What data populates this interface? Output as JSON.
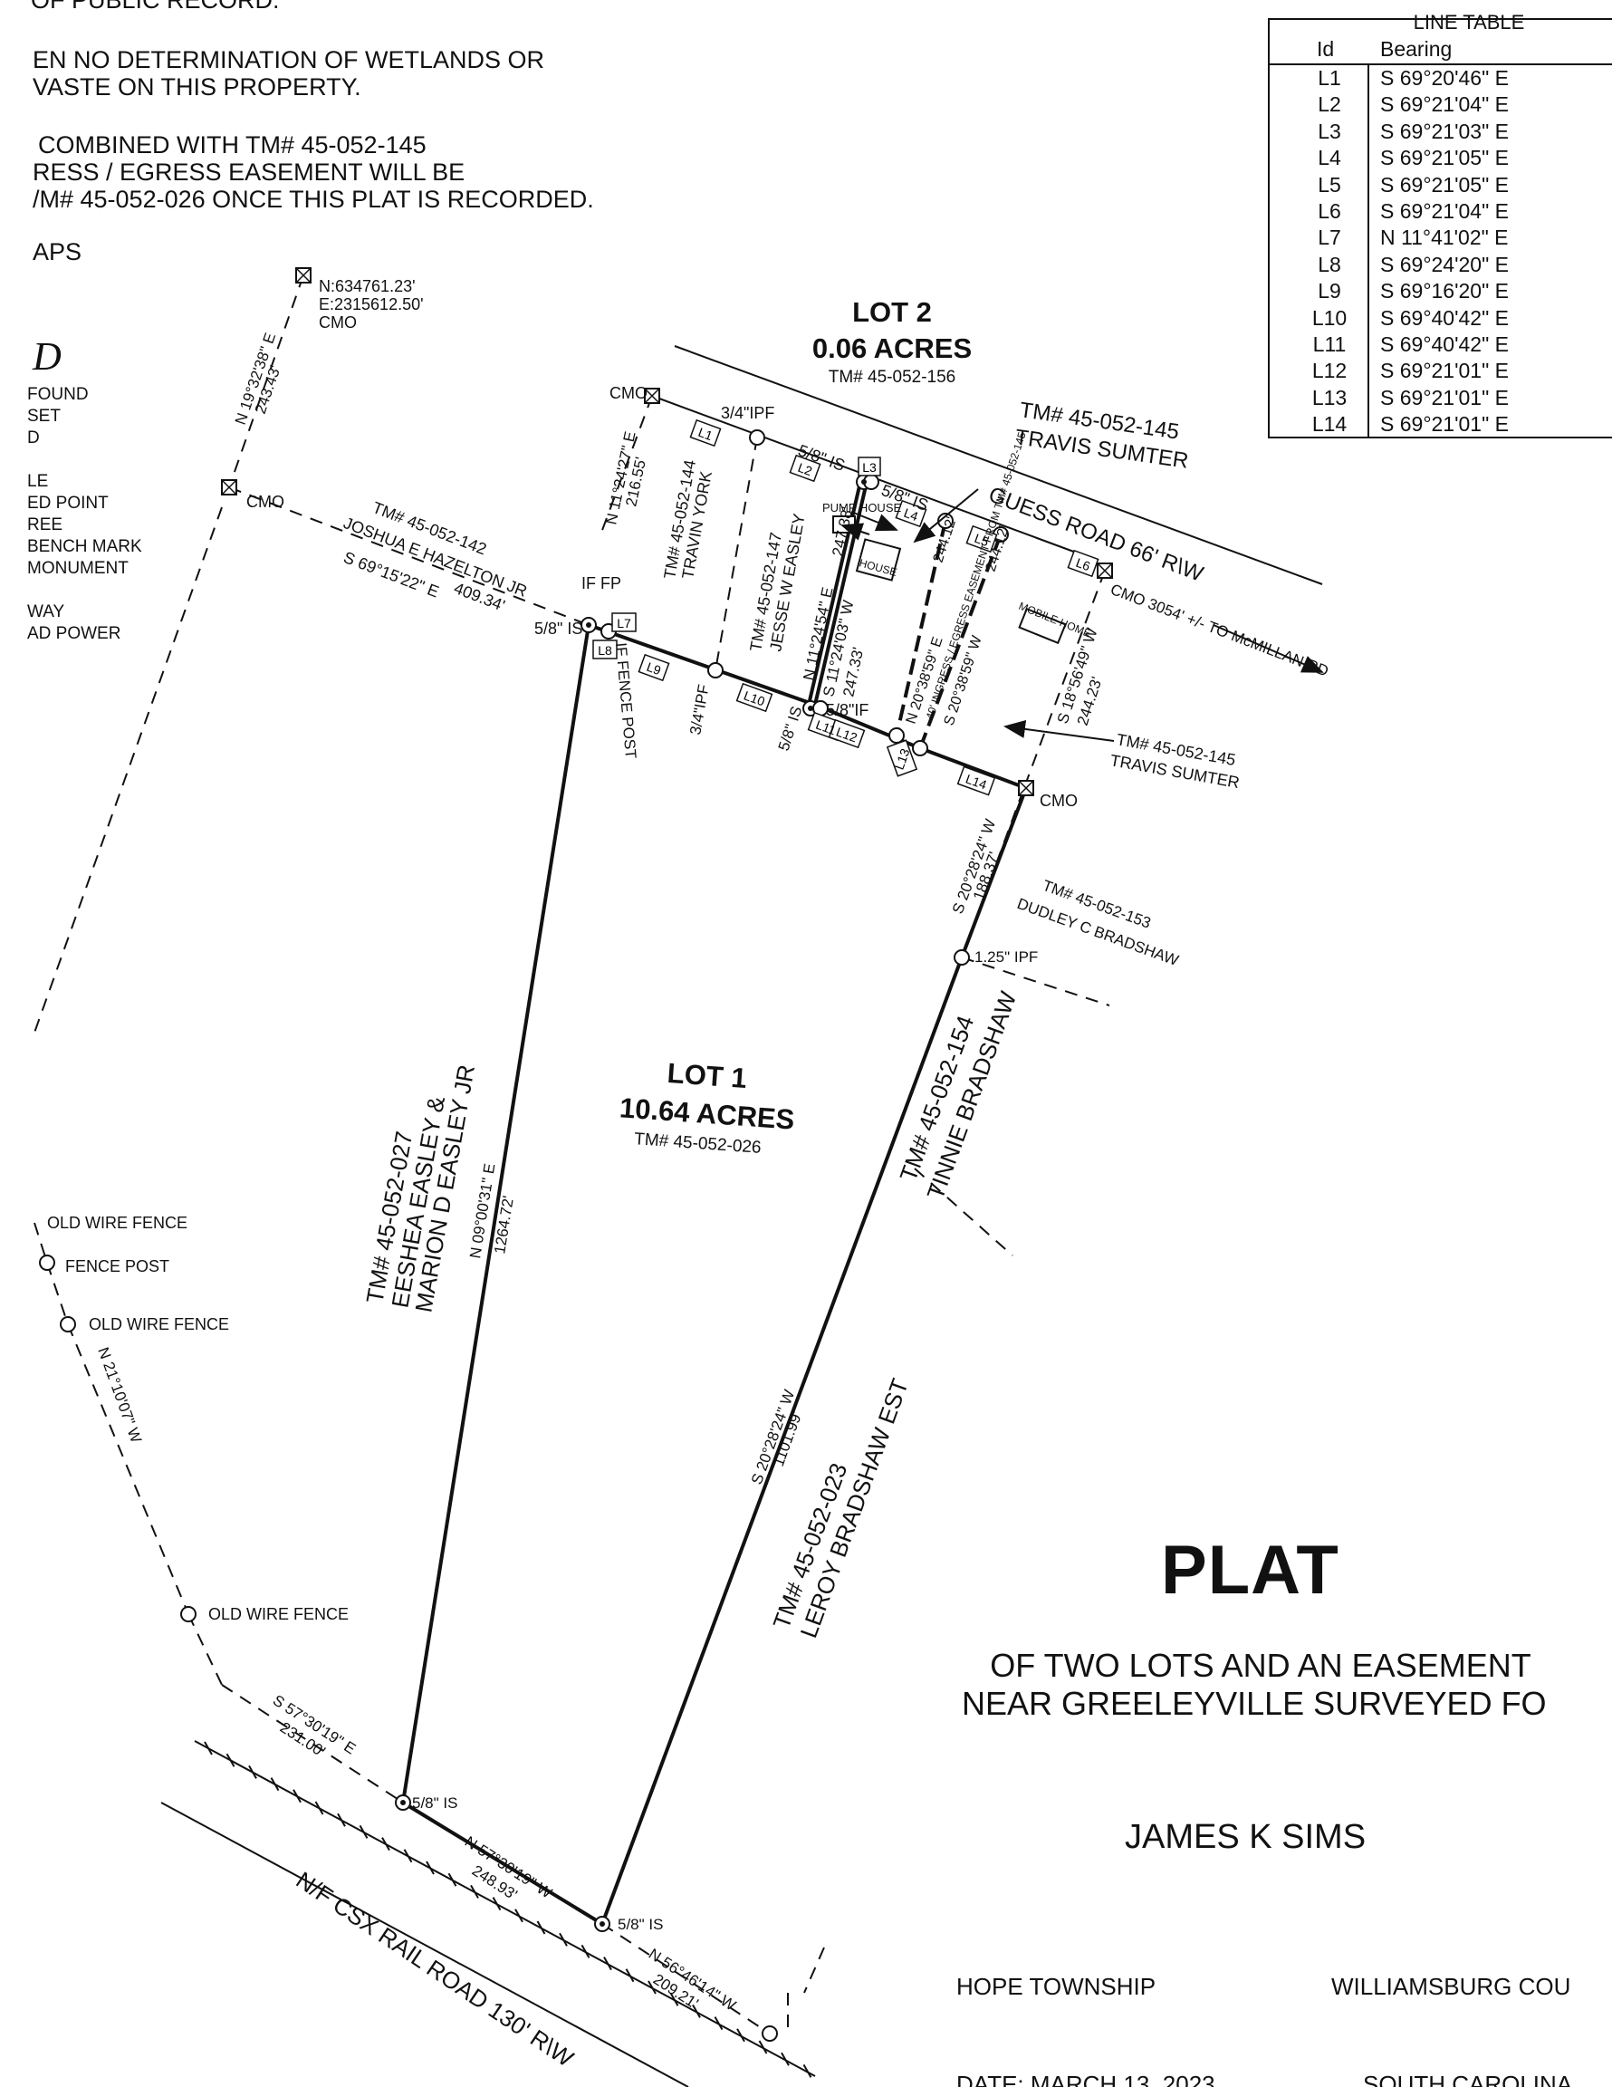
{
  "notes": {
    "line0": "OF PUBLIC RECORD.",
    "line1": "EN NO DETERMINATION OF WETLANDS OR",
    "line2": "VASTE ON THIS PROPERTY.",
    "line3": "COMBINED WITH TM# 45-052-145",
    "line4": "RESS / EGRESS EASEMENT WILL BE",
    "line5": "/M# 45-052-026 ONCE THIS PLAT IS RECORDED.",
    "line6": "APS"
  },
  "legend": {
    "title": "D",
    "items": [
      "FOUND",
      "SET",
      "D",
      "",
      "LE",
      "ED POINT",
      "REE",
      "BENCH MARK",
      "MONUMENT",
      "",
      "WAY",
      "AD POWER"
    ]
  },
  "line_table": {
    "title": "LINE TABLE",
    "col_id": "Id",
    "col_bearing": "Bearing",
    "rows": [
      {
        "id": "L1",
        "bearing": "S 69°20'46\" E"
      },
      {
        "id": "L2",
        "bearing": "S 69°21'04\" E"
      },
      {
        "id": "L3",
        "bearing": "S 69°21'03\" E"
      },
      {
        "id": "L4",
        "bearing": "S 69°21'05\" E"
      },
      {
        "id": "L5",
        "bearing": "S 69°21'05\" E"
      },
      {
        "id": "L6",
        "bearing": "S 69°21'04\" E"
      },
      {
        "id": "L7",
        "bearing": "N 11°41'02\" E"
      },
      {
        "id": "L8",
        "bearing": "S 69°24'20\" E"
      },
      {
        "id": "L9",
        "bearing": "S 69°16'20\" E"
      },
      {
        "id": "L10",
        "bearing": "S 69°40'42\" E"
      },
      {
        "id": "L11",
        "bearing": "S 69°40'42\" E"
      },
      {
        "id": "L12",
        "bearing": "S 69°21'01\" E"
      },
      {
        "id": "L13",
        "bearing": "S 69°21'01\" E"
      },
      {
        "id": "L14",
        "bearing": "S 69°21'01\" E"
      }
    ]
  },
  "lot2": {
    "title": "LOT 2",
    "area": "0.06 ACRES",
    "tm": "TM# 45-052-156"
  },
  "lot1": {
    "title": "LOT 1",
    "area": "10.64 ACRES",
    "tm": "TM# 45-052-026"
  },
  "labels": {
    "cmo_coord_n": "N:634761.23'",
    "cmo_coord_e": "E:2315612.50'",
    "cmo": "CMO",
    "nw_bearing": "N 19°32'38\" E",
    "nw_dist": "243.43'",
    "tm142": "TM# 45-052-142",
    "tm142_owner": "JOSHUA E HAZELTON JR",
    "bear_142": "S 69°15'22\" E",
    "dist_142": "409.34'",
    "n11_bear": "N 11°24'27\" E",
    "n11_dist": "216.55'",
    "if_fp": "IF FP",
    "five8_is": "5/8\" IS",
    "three4_ipf": "3/4\"IPF",
    "five8_if": "5/8\"IF",
    "tm144": "TM# 45-052-144",
    "tm144_owner": "TRAVIN YORK",
    "tm147": "TM# 45-052-147",
    "tm147_owner": "JESSE W EASLEY",
    "pump_house": "PUMP HOUSE",
    "house": "HOUSE",
    "lot2_e_bear": "N 11°24'54\" E",
    "lot2_e_dist": "247.38'",
    "lot2_w_bear": "S 11°24'03\" W",
    "lot2_w_dist": "247.33'",
    "tm145": "TM# 45-052-145",
    "tm145_owner": "TRAVIS SUMTER",
    "guess_road": "GUESS ROAD  66' R\\W",
    "easement_bear_n": "N 20°38'59\" E",
    "easement_text": "40' INGRESS / EGRESS EASEMENT FROM TM# 45-052-145",
    "easement_bear_s": "S 20°38'59\" W",
    "easement_dist": "244.12'",
    "mobile_home": "MOBILE HOME",
    "cmo_mcmillan": "CMO 3054' +/- TO McMILLAN RD",
    "s18_bear": "S 18°56'49\" W",
    "s18_dist": "244.23'",
    "if_fence_post": "IF FENCE POST",
    "s20_bear": "S 20°28'24\" W",
    "s20_dist": "188.37'",
    "tm153": "TM# 45-052-153",
    "tm153_owner": "DUDLEY C BRADSHAW",
    "ipf125": "1.25\" IPF",
    "tm154": "TM# 45-052-154",
    "tm154_owner": "TINNIE BRADSHAW",
    "tm027": "TM# 45-052-027",
    "tm027_owner1": "EESHEA EASLEY &",
    "tm027_owner2": "MARION D EASLEY JR",
    "n09_bear": "N 09°00'31\" E",
    "n09_dist": "1264.72'",
    "s20b_bear": "S 20°28'24\" W",
    "s20b_dist": "1101.99'",
    "tm023": "TM# 45-052-023",
    "tm023_owner": "LEROY BRADSHAW EST",
    "old_wire_fence": "OLD WIRE FENCE",
    "fence_post": "FENCE POST",
    "n21_bear": "N 21°10'07\" W",
    "s57_bear": "S 57°30'19\" E",
    "s57_dist": "231.00'",
    "n57_bear": "N 57°30'19\" W",
    "n57_dist": "248.93'",
    "n56_bear": "N 56°46'14\" W",
    "n56_dist": "209.21'",
    "rail": "N/F CSX  RAIL ROAD   130' R\\W"
  },
  "title_block": {
    "title": "PLAT",
    "sub1": "OF TWO LOTS AND AN EASEMENT",
    "sub2": "NEAR GREELEYVILLE SURVEYED FO",
    "surveyor": "JAMES K SIMS",
    "township": "HOPE TOWNSHIP",
    "county": "WILLIAMSBURG COU",
    "date": "DATE: MARCH 13, 2023",
    "state": "SOUTH CAROLINA"
  }
}
